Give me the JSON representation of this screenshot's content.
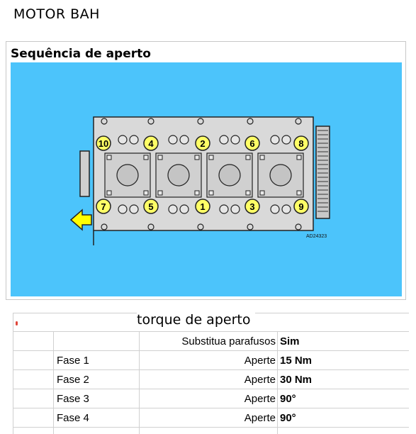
{
  "document": {
    "title": "MOTOR  BAH"
  },
  "section": {
    "heading": "Sequência de aperto"
  },
  "diagram": {
    "code": "AD24323",
    "top_row_bolts": [
      "10",
      "4",
      "2",
      "6",
      "8"
    ],
    "bottom_row_bolts": [
      "7",
      "5",
      "1",
      "3",
      "9"
    ],
    "colors": {
      "background": "#4cc4fb",
      "bolt_marker": "#ffff66",
      "arrow": "#ffff00"
    }
  },
  "table": {
    "title": "torque de aperto",
    "rows": [
      {
        "label": "",
        "action": "Substitua parafusos",
        "value": "Sim"
      },
      {
        "label": "Fase 1",
        "action": "Aperte",
        "value": "15 Nm"
      },
      {
        "label": "Fase 2",
        "action": "Aperte",
        "value": "30 Nm"
      },
      {
        "label": "Fase 3",
        "action": "Aperte",
        "value": "90°"
      },
      {
        "label": "Fase 4",
        "action": "Aperte",
        "value": "90°"
      }
    ]
  }
}
